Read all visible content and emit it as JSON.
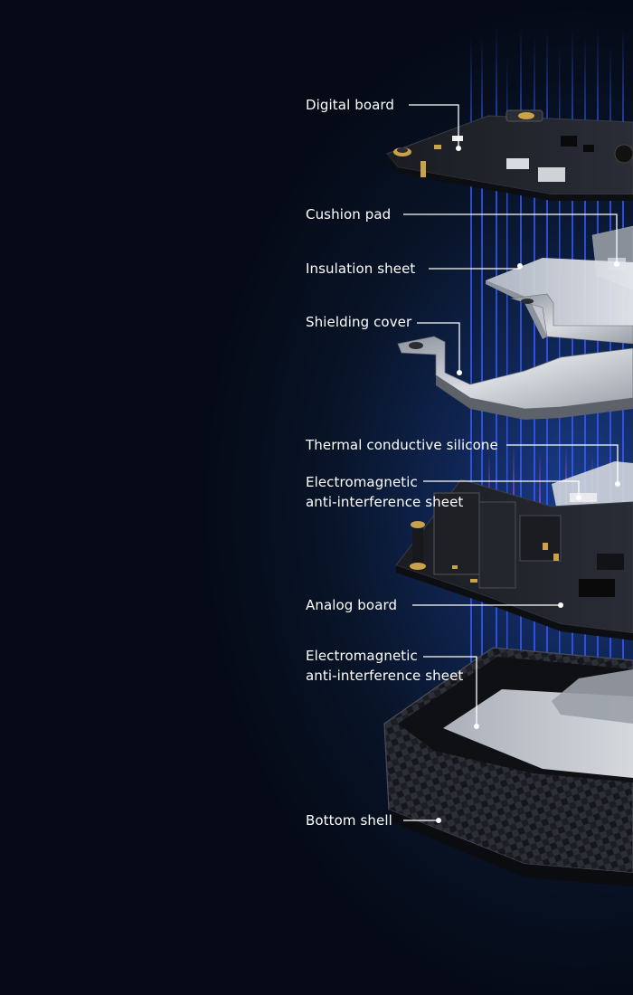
{
  "labels": {
    "digital_board": "Digital board",
    "cushion_pad": "Cushion pad",
    "insulation_sheet": "Insulation sheet",
    "shielding_cover": "Shielding cover",
    "thermal_silicone": "Thermal conductive silicone",
    "emi_sheet_1_line1": "Electromagnetic",
    "emi_sheet_1_line2": "anti-interference sheet",
    "analog_board": "Analog board",
    "emi_sheet_2_line1": "Electromagnetic",
    "emi_sheet_2_line2": "anti-interference sheet",
    "bottom_shell": "Bottom shell"
  },
  "colors": {
    "background": "#050a16",
    "glow": "#1a3d8a",
    "beam_blue": "#3b5cff",
    "beam_purple": "#c04dff",
    "label_text": "#ffffff",
    "leader_line": "#ffffff"
  }
}
